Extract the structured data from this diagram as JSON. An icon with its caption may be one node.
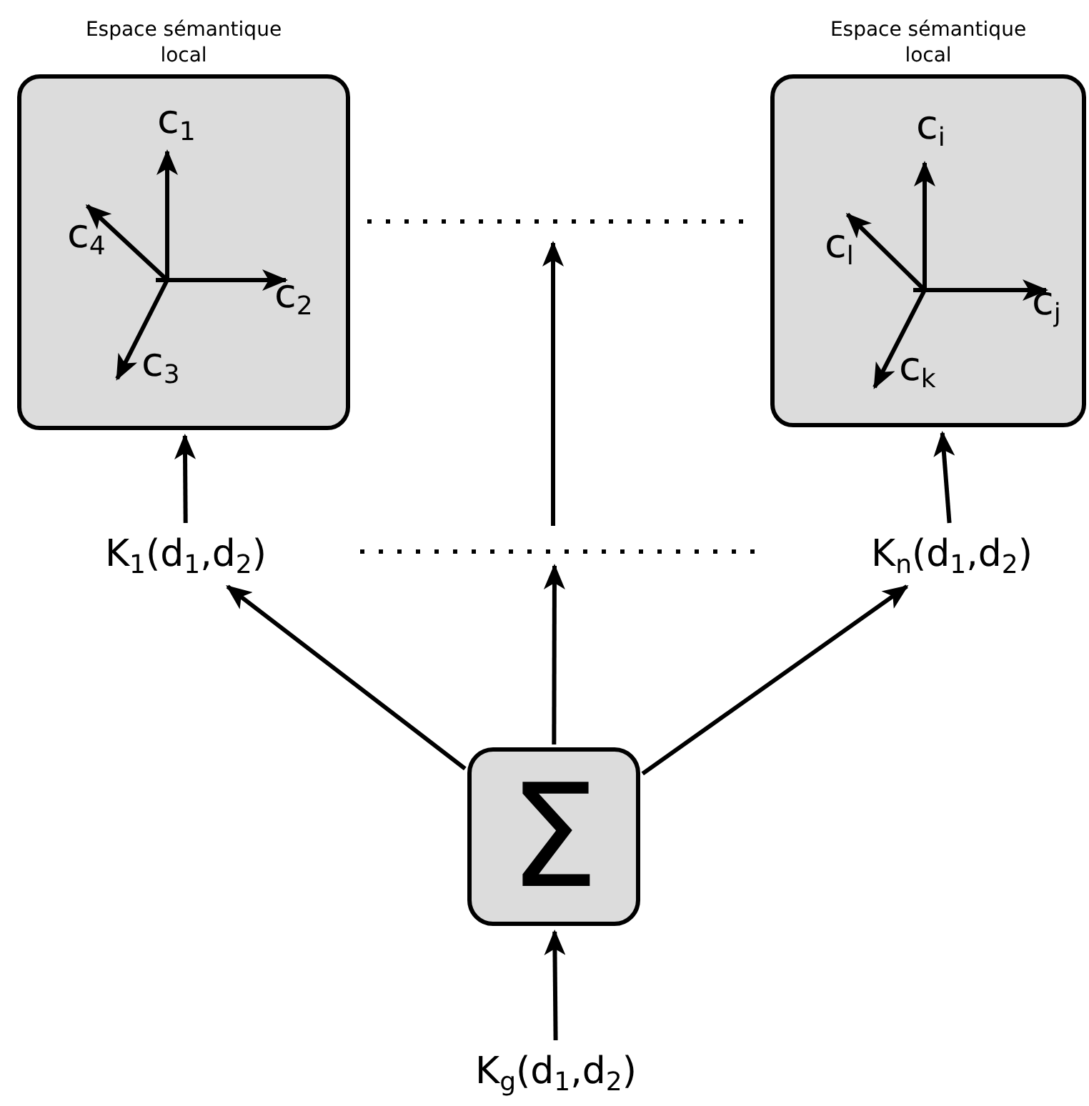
{
  "diagram": {
    "nodes": [
      {
        "text": [
          "Espace sémantique local"
        ]
      },
      {
        "text": [
          "Espace sémantique local"
        ]
      },
      {
        "text": [
          "K$_{1}$(d$_{1}$,d$_{2}$)"
        ]
      },
      {
        "text": [
          "K$_{n}$(d$_{1}$,d$_{2}$)"
        ]
      },
      {
        "text": [
          "Σ"
        ]
      },
      {
        "text": [
          "K$_{g}$(d$_{1}$,d$_{2}$)"
        ]
      }
    ],
    "edges": [
      {
        "from": 2,
        "to": 0,
        "arrow": "to"
      },
      {
        "from": 3,
        "to": 1,
        "arrow": "to"
      },
      {
        "from": 4,
        "to": 2,
        "arrow": "to"
      },
      {
        "from": 4,
        "to": null,
        "arrow": "to"
      },
      {
        "from": 4,
        "to": 3,
        "arrow": "to"
      },
      {
        "from": 5,
        "to": 4,
        "arrow": "to"
      }
    ],
    "labels": [
      "c$_{1}$",
      "c$_{4}$",
      "c$_{2}$",
      "c$_{3}$",
      "c$_{i}$",
      "c$_{l}$",
      "c$_{j}$",
      "c$_{k}$"
    ]
  }
}
